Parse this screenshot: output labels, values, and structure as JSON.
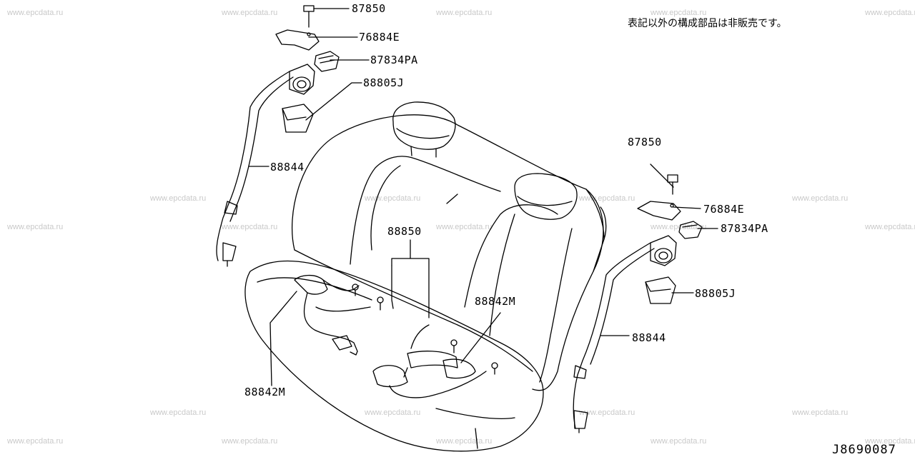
{
  "watermark": "www.epcdata.ru",
  "note": "表記以外の構成部品は非販売です。",
  "diagram_code": "J8690087",
  "callouts": {
    "left_87850": "87850",
    "left_76884E": "76884E",
    "left_87834PA": "87834PA",
    "left_88805J": "88805J",
    "left_88844": "88844",
    "center_88850": "88850",
    "left_88842M": "88842M",
    "center_88842M": "88842M",
    "right_87850": "87850",
    "right_76884E": "76884E",
    "right_87834PA": "87834PA",
    "right_88805J": "88805J",
    "right_88844": "88844"
  }
}
